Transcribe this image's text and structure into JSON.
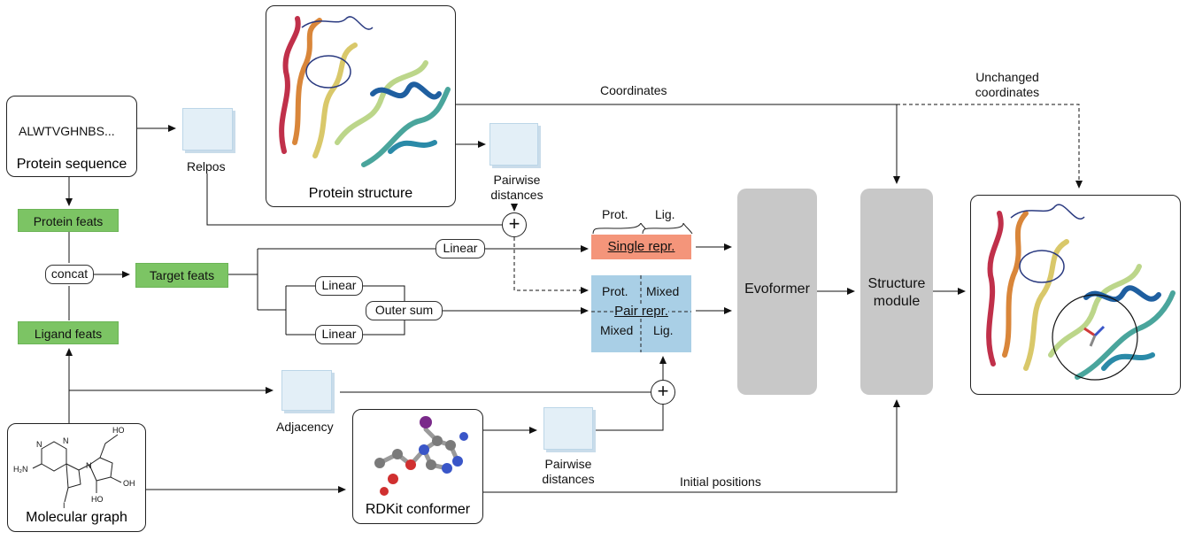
{
  "inputs": {
    "sequence_text": "ALWTVGHNBS...",
    "sequence_caption": "Protein sequence",
    "structure_caption": "Protein structure",
    "molecular_graph_caption": "Molecular graph",
    "conformer_caption": "RDKit conformer"
  },
  "features": {
    "protein_feats": "Protein feats",
    "ligand_feats": "Ligand feats",
    "target_feats": "Target feats",
    "concat": "concat"
  },
  "ops": {
    "linear": "Linear",
    "outer_sum": "Outer sum"
  },
  "labels": {
    "relpos": "Relpos",
    "pairwise_distances": "Pairwise distances",
    "adjacency": "Adjacency",
    "coordinates": "Coordinates",
    "unchanged_coordinates": "Unchanged coordinates",
    "initial_positions": "Initial positions"
  },
  "repr": {
    "single": "Single repr.",
    "pair": "Pair repr.",
    "prot": "Prot.",
    "lig": "Lig.",
    "mixed": "Mixed"
  },
  "modules": {
    "evoformer": "Evoformer",
    "structure_module": "Structure module"
  },
  "molecule": {
    "atom_N": "N",
    "atom_NH2": "H₂N",
    "atom_I": "I",
    "atom_HO": "HO",
    "atom_OH": "OH"
  },
  "colors": {
    "green_feat": "#7cc464",
    "single_repr": "#f4957a",
    "pair_repr": "#a9cfe6",
    "module_gray": "#c8c8c8",
    "embed_square": "#e3eff7"
  }
}
